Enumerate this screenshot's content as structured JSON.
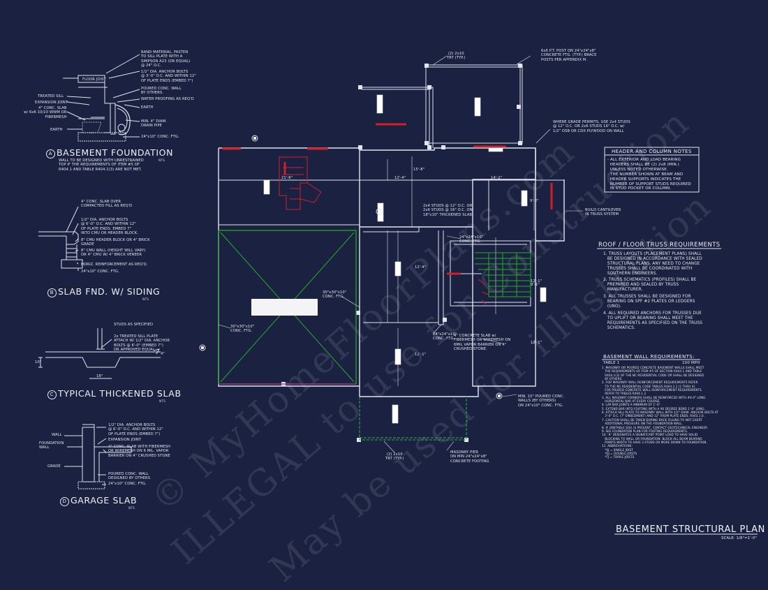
{
  "details": {
    "a": {
      "letter": "A",
      "title": "BASEMENT FOUNDATION",
      "nts": "NTS",
      "note": "WALL TO BE DESIGNED WITH UNRESTRAINED\nTOP IF THE REQUIREMENTS OF ITEM #5 OF\nR404.1 AND TABLE R404.1(3) ARE NOT MET.",
      "callout_band": "BAND MATERIAL. FASTEN\nTO SILL PLATE WITH A\nSIMPSON A23 (OR EQUAL)\n@ 24\" O.C.",
      "callout_bolts": "1/2\" DIA. ANCHOR BOLTS\n@ 3'-0\" O.C. AND WITHIN 12\"\nOF PLATE ENDS (EMBED 7\")",
      "callout_wall": "POURED CONC. WALL\nBY OTHERS.",
      "callout_water": "WATER PROOFING AS REQ'D",
      "callout_earth": "EARTH",
      "callout_drain": "MIN. 4\" DIAM.\nDRAIN PIPE",
      "callout_ftg": "24\"x10\" CONC. FTG.",
      "label_floor_joist": "FLOOR JOIST",
      "label_treated_sill": "TREATED SILL",
      "label_expansion": "EXPANSION JOINT",
      "label_slab": "4\" CONC. SLAB\nw/ 6x6 10/10 WWM OR\nFIBERMESH",
      "label_earth": "EARTH"
    },
    "b": {
      "letter": "B",
      "title": "SLAB FND. W/ SIDING",
      "nts": "NTS",
      "callout_slab": "4\" CONC. SLAB OVER\nCOMPACTED FILL AS REQ'D",
      "callout_bolts": "1/2\" DIA. ANCHOR BOLTS\n@ 6'-0\" O.C. AND WITHIN 12\"\nOF PLATE ENDS. EMBED 7\"\nINTO CMU OR HEADER BLOCK.",
      "callout_header": "8\" CMU HEADER BLOCK OR 4\" BRICK\nGRADE",
      "callout_cmu": "8\" CMU WALL (HEIGHT WILL VARY)\nOR 4\" CMU W/ 4\" BRICK VENEER",
      "callout_horiz": "HORIZ. REINFORCEMENT AS REQ'D.",
      "callout_ftg": "24\"x10\" CONC. FTG."
    },
    "c": {
      "letter": "C",
      "title": "TYPICAL THICKENED SLAB",
      "nts": "NTS",
      "callout_studs": "STUDS AS SPECIFIED",
      "callout_sill": "2x TREATED SILL PLATE\nATTACH W/ 1/2\" DIA. ANCHOR\nBOLTS @ 6'-0\" (EMBED 7\")\nOR APPROVED EQUAL",
      "dim_depth": "10\"",
      "dim_width": "18\"",
      "dim_slab": "4\""
    },
    "d": {
      "letter": "D",
      "title": "GARAGE SLAB",
      "nts": "NTS",
      "callout_bolts": "1/2\" DIA. ANCHOR BOLTS\n@ 6'-0\" O.C. AND WITHIN 12\"\nOF PLATE ENDS (EMBED 7\")",
      "callout_expansion": "EXPANSION JOINT",
      "callout_slab": "4\" CONC. SLAB WITH FIBERMESH\nOR WIREMESH ON 6 MIL. VAPOR\nBARRIER ON 4\" CRUSHED STONE",
      "callout_wall": "POURED CONC. WALL\nDESIGNED BY OTHERS",
      "callout_ftg": "24\"x10\" CONC. FTG.",
      "label_wall": "WALL",
      "label_foundation": "FOUNDATION\nWALL",
      "label_grade": "GRADE"
    }
  },
  "plan": {
    "title": "BASEMENT STRUCTURAL PLAN",
    "scale": "SCALE: 1/8\"=1'-0\"",
    "note_post": "6x6 P.T. POST ON 24\"x24\"x8\"\nCONCRETE FTG. (TYP.) BRACE\nPOSTS PER APPENDIX M.",
    "note_2x10_top": "(2) 2x10\nTRT (TYP.)",
    "note_grade": "WHERE GRADE PERMITS, USE 2x4 STUDS\n@ 12\" O.C. OR 2x6 STUDS 16\" O.C. w/\n1/2\" OSB OR CDX PLYWOOD ON WALL",
    "note_studs": "2x4 STUDS @ 12\" O.C. OR\n2x6 STUDS @ 16\" O.C. ON\n18\"x10\" THICKENED SLAB",
    "note_cantilever": "BUILD CANTILEVER\nIN TRUSS SYSTEM",
    "note_ftg_24": "24\"x24\"x10\"\nCONC. FTG.",
    "note_ftg_30a": "30\"x30\"x10\"\nCONC. FTG.",
    "note_ftg_30b": "30\"x30\"x10\"\nCONC. FTG.",
    "note_ftg_24b": "24\"x24\"x10\"\nCONC. FTG.",
    "note_slab": "4\" CONCRETE SLAB w/\nFIBERMESH OR WIREMESH ON\n6MIL VAPOR BARRIER ON 4\"\nCRUSHED STONE.",
    "note_wall": "MIN. 10\" POURED CONC.\nWALLS (BY OTHERS)\nON 24\"x10\" CONC. FTG.",
    "note_2x10_bottom": "(2) 2x10\nTRT (TYP.)",
    "note_pier": "MASONRY PIER\nON MIN 24\"x24\"x8\"\nCONCRETE FOOTING",
    "dim_21_6": "21'-6\"",
    "dim_12_4": "12'-4\"",
    "dim_14_2": "14'-2\"",
    "dim_15_8": "15'-8\"",
    "dim_9_2": "9'-2\"",
    "dim_12_4v": "12'-4\"",
    "dim_12_1": "12'-1\"",
    "dim_12_1b": "12'-1\"",
    "dim_12_1c": "12'-1\"",
    "dim_9_1": "9'-1\""
  },
  "header_notes": {
    "title": "HEADER AND COLUMN NOTES",
    "text": "- ALL EXTERIOR AND LOAD BEARING\n  HEADERS SHALL BE (2) 2x8 (MIN.)\n  UNLESS NOTED OTHERWISE.\n- THE NUMBER SHOWN AT BEAM AND\n  HEADER SUPPORTS INDICATES THE\n  NUMBER OF SUPPORT STUDS REQUIRED\n  IN STUD POCKET OR COLUMN."
  },
  "truss": {
    "title": "ROOF / FLOOR  TRUSS REQUIREMENTS",
    "items": [
      "1. TRUSS LAYOUTS (PLACEMENT PLANS) SHALL\n   BE DESIGNED IN ACCORDANCE WITH SEALED\n   STRUCTURAL PLANS. ANY NEED TO CHANGE\n   TRUSSES SHALL BE COORDINATED WITH\n   SOUTHERN ENGINEERS.",
      "2. TRUSS SCHEMATICS (PROFILES) SHALL BE\n   PREPARED AND SEALED BY TRUSS\n   MANUFACTURER.",
      "3. ALL TRUSSES SHALL BE DESIGNED FOR\n   BEARING ON SPF #2 PLATES OR LEDGERS\n   (UNO).",
      "4. ALL REQUIRED ANCHORS FOR TRUSSES DUE\n   TO UPLIFT OR BEARING SHALL MEET THE\n   REQUIREMENTS AS SPECIFIED ON THE TRUSS\n   SCHEMATICS."
    ]
  },
  "basement_wall": {
    "title": "BASEMENT WALL REQUIREMENTS:",
    "table_label": "TABLE 1",
    "mph": "100 MPH",
    "text": "1. MASONRY OR POURED CONCRETE BASEMENT WALLS SHALL MEET\n   THE REQUIREMENTS OF ITEM #5 OF SECTION R404.1 AND TABLE\n   R404.1(3) OF THE NC RESIDENTIAL CODE OR SHALL BE DESIGNED\n   BY OTHERS.\n2. FOR MASONRY WALL REINFORCEMENT REQUIREMENTS REFER\n   TO THE NC RESIDENTIAL CODE TABLES R404.1.1 (1 THRU 4).\n   FOR POURED CONCRETE WALL REINFORCEMENT REQUIREMENTS\n   REFER TO TABLES R404.1.2.\n3. ALL MASONRY CORNERS SHALL BE REINFORCED WITH #4-0\" LONG\n   HORIZONTAL BAR AT EVERY COURSE.\n4. LAP BAR JOINTS A MINIMUM OF 1'-0\".\n5. EXTEND BAR INTO FOOTING WITH A 90 DEGREE BEND 1'-0\" LONG.\n6. ATTACH SILL PLATE TO MASONRY WALL WITH 1/2\" DIAM. ANCHOR BOLTS AT\n   3'-0\" O.C. (7\" EMBEDMENT) AND 12\" FROM PLATE ENDS. R403.1.6.\n7. CAUTION SHALL BE TAKEN DURING BACK FILLING TO NOT EXERT\n   ADDITIONAL PRESSURE ON THE FOUNDATION WALL.\n8. IF UNSTABLE SOIL IS PRESENT, CONTACT GEOTECHNICAL ENGINEER.\n9. SEE FOUNDATION PLAN FOR FOOTING REQUIREMENTS.\n10. '#' DESIGNATES A SIGNIFICANT POINT LOAD TO HAVE SOLID\n   BLOCKING TO WALL OR FOUNDATION. BLOCK ALL BEAM BEARING\n   POINTS WIDTH TO HAVE 3 STUDS OR MORE DOWN TO FOUNDATION.\n11. ABBREVIATIONS:\n   *SJ = SINGLE JOIST\n   *DJ = DOUBLE JOISTS\n   *TJ = TRIPLE JOISTS"
  },
  "watermark": {
    "line1": "© MyHomeFloorPlans.com",
    "line2": "ILLEGAL to use for Construction",
    "line3": "May be used for illustration"
  },
  "colors": {
    "background": "#1b2140",
    "lines": "#e2e5ee",
    "red": "#d0202c",
    "green": "#23b023",
    "dashed_green": "#2bb34a",
    "magenta": "#b0309a"
  }
}
